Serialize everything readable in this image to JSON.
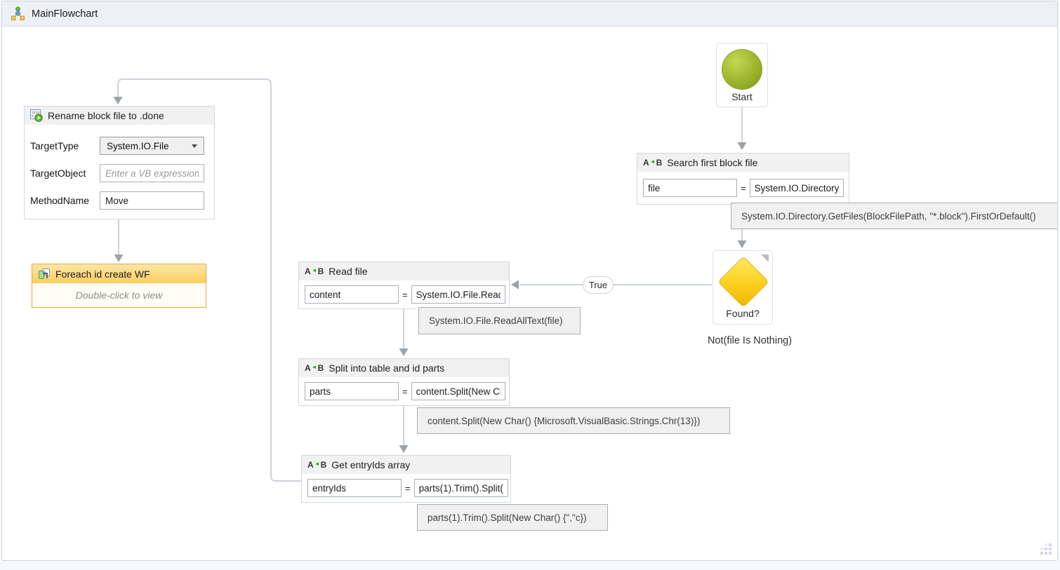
{
  "titlebar": {
    "title": "MainFlowchart"
  },
  "ui": {
    "equals": "=",
    "ab_a": "A",
    "ab_b": "B"
  },
  "rename": {
    "title": "Rename block file to .done",
    "target_type_label": "TargetType",
    "target_type_value": "System.IO.File",
    "target_object_label": "TargetObject",
    "target_object_placeholder": "Enter a VB expression",
    "method_name_label": "MethodName",
    "method_name_value": "Move"
  },
  "foreach": {
    "title": "Foreach id create WF",
    "body": "Double-click to view"
  },
  "start": {
    "label": "Start"
  },
  "search": {
    "title": "Search first block file",
    "variable": "file",
    "expression": "System.IO.Directory.GetFiles(BlockFilePath, \"*.block\").FirstOrDefault()",
    "tooltip": "System.IO.Directory.GetFiles(BlockFilePath, \"*.block\").FirstOrDefault()"
  },
  "decision": {
    "label": "Found?",
    "condition": "Not(file Is Nothing)",
    "true_label": "True"
  },
  "read": {
    "title": "Read file",
    "variable": "content",
    "expression": "System.IO.File.ReadAllText(file)",
    "tooltip": "System.IO.File.ReadAllText(file)"
  },
  "split": {
    "title": "Split into table and id parts",
    "variable": "parts",
    "expression": "content.Split(New Char() {Microsoft.VisualBasic.Strings.Chr(13)})",
    "tooltip": "content.Split(New Char() {Microsoft.VisualBasic.Strings.Chr(13)})"
  },
  "entryids": {
    "title": "Get entryIds array",
    "variable": "entryIds",
    "expression": "parts(1).Trim().Split(New Char() {\",\"c})",
    "tooltip": "parts(1).Trim().Split(New Char() {\",\"c})"
  },
  "colors": {
    "connector": "#ccd3db",
    "arrowhead": "#9da3ab",
    "foreach_accent": "#e2a83e",
    "start_green": "#9cb42b",
    "decision_gold": "#fccf1e",
    "header_gray": "#f1f1f1"
  }
}
